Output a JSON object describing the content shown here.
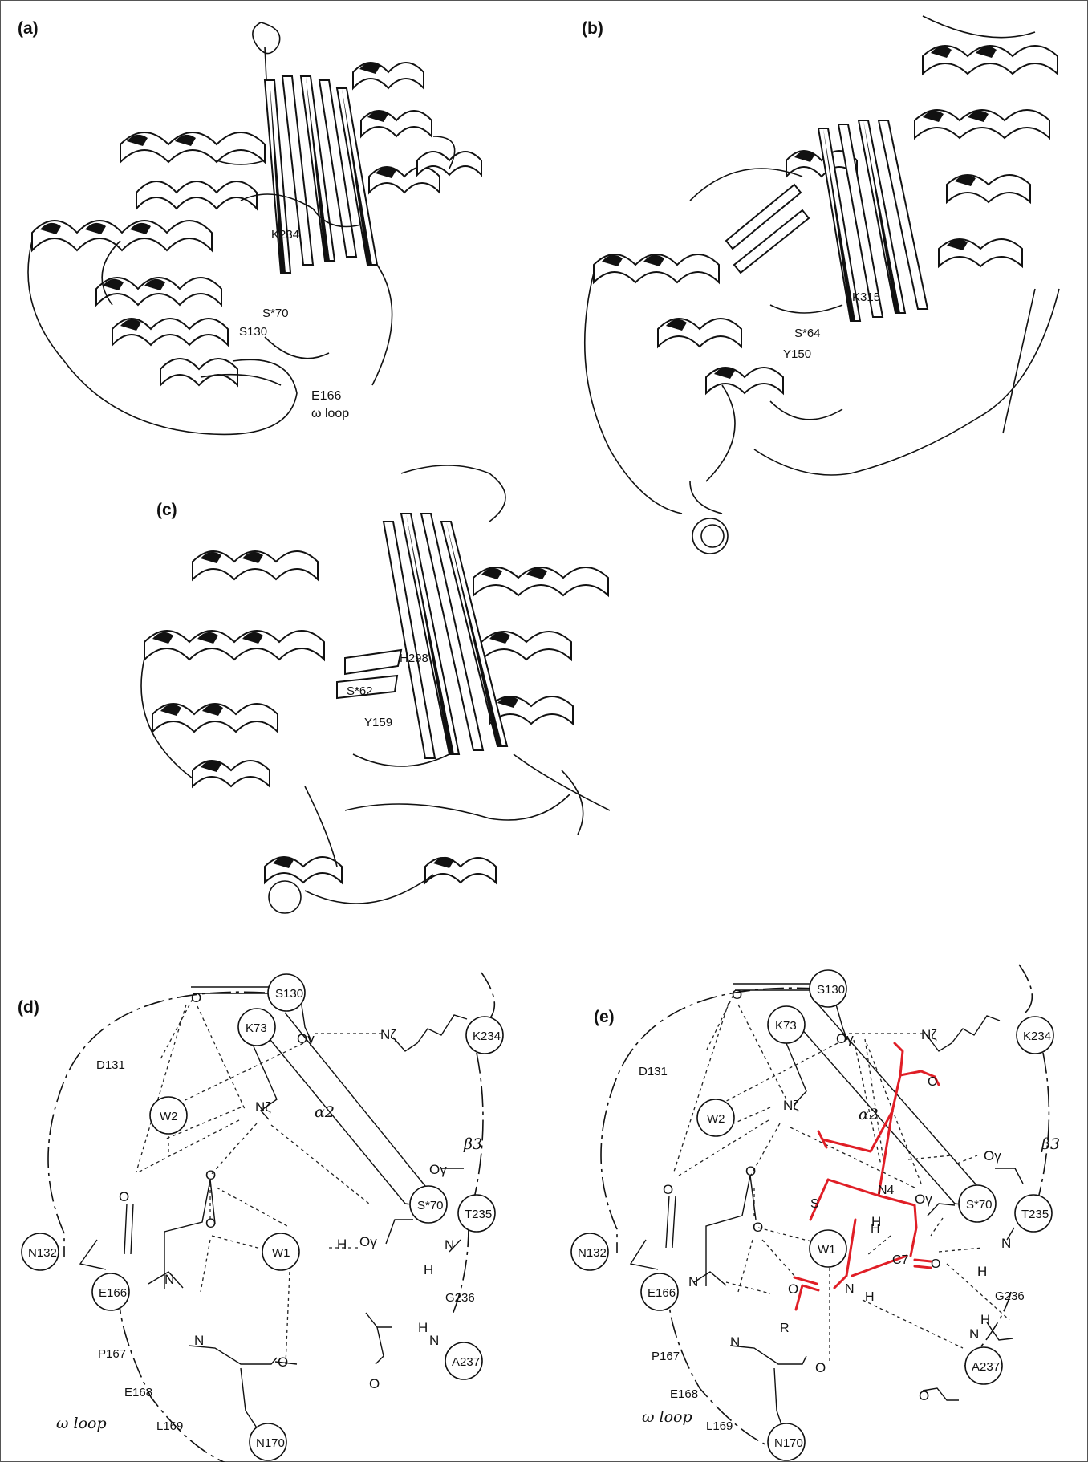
{
  "panels": {
    "a": {
      "label": "(a)",
      "residues": [
        "K234",
        "S*70",
        "S130",
        "E166"
      ],
      "loop": "ω loop"
    },
    "b": {
      "label": "(b)",
      "residues": [
        "K315",
        "S*64",
        "Y150"
      ]
    },
    "c": {
      "label": "(c)",
      "residues": [
        "H298",
        "S*62",
        "Y159"
      ]
    },
    "d": {
      "label": "(d)",
      "residues": [
        "S130",
        "K234",
        "K73",
        "D131",
        "W2",
        "S*70",
        "T235",
        "N132",
        "W1",
        "E166",
        "G236",
        "A237",
        "P167",
        "E168",
        "L169",
        "N170"
      ],
      "atoms": [
        "Oγ",
        "Nζ",
        "Oγ",
        "Oγ",
        "H",
        "H",
        "N",
        "H",
        "N"
      ],
      "helix": "α2",
      "strand": "β3",
      "loop": "ω loop"
    },
    "e": {
      "label": "(e)",
      "residues": [
        "S130",
        "K73",
        "K234",
        "D131",
        "W2",
        "S*70",
        "T235",
        "N132",
        "W1",
        "E166",
        "G236",
        "A237",
        "P167",
        "E168",
        "L169",
        "N170"
      ],
      "atoms": [
        "Oγ",
        "Nζ",
        "Oγ",
        "Oγ",
        "H",
        "H",
        "N",
        "H",
        "N"
      ],
      "ligand_atoms": [
        "S",
        "N4",
        "C7",
        "O",
        "N",
        "H",
        "R",
        "O",
        "H"
      ],
      "helix": "α2",
      "strand": "β3",
      "loop": "ω loop"
    }
  },
  "colors": {
    "ink": "#111111",
    "ligand": "#e01e26",
    "background": "#ffffff"
  }
}
